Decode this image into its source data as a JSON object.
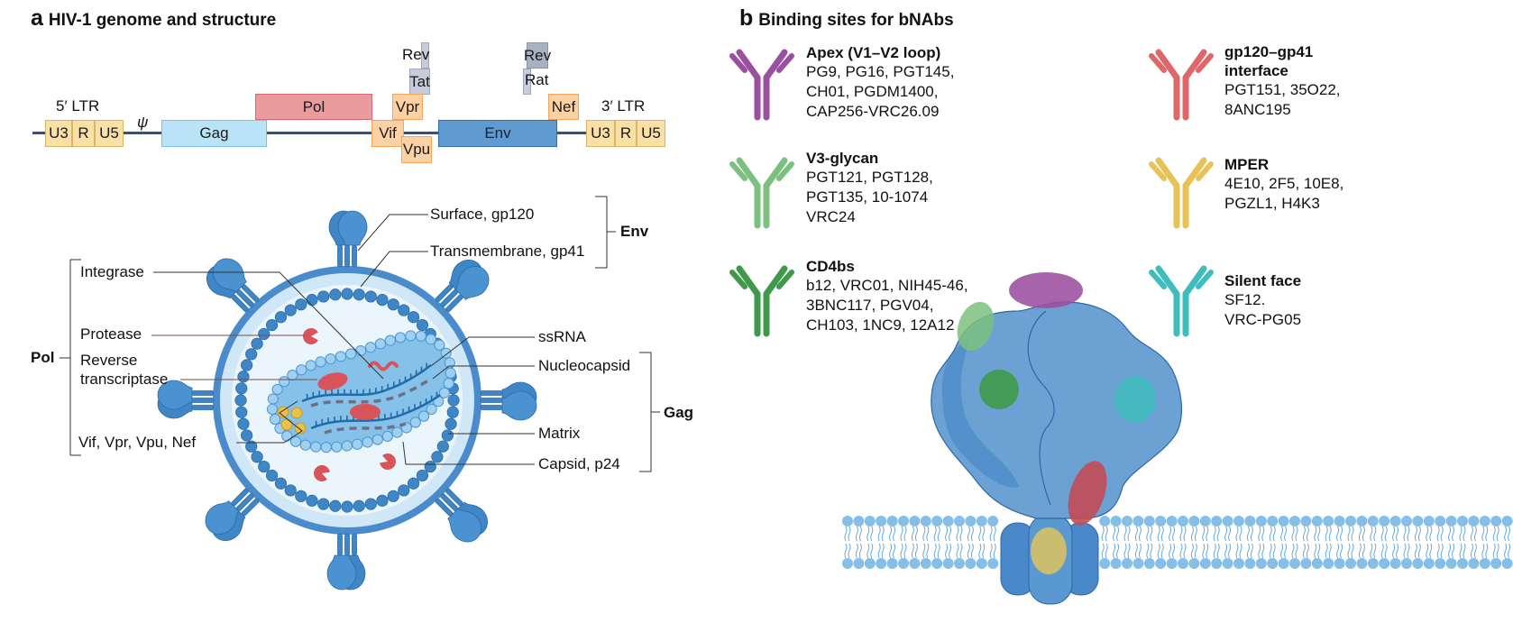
{
  "panel_a": {
    "letter": "a",
    "title": "HIV-1 genome and structure",
    "genome": {
      "five_ltr_label": "5′ LTR",
      "three_ltr_label": "3′ LTR",
      "ltr_segments": [
        "U3",
        "R",
        "U5"
      ],
      "psi": "ψ",
      "genes": {
        "gag": "Gag",
        "pol": "Pol",
        "vif": "Vif",
        "vpr": "Vpr",
        "vpu": "Vpu",
        "env": "Env",
        "nef": "Nef",
        "rev1": "Rev",
        "tat1": "Tat",
        "rev2": "Rev",
        "tat2": "Rat"
      }
    },
    "virion_labels": {
      "left": [
        "Integrase",
        "Protease",
        "Reverse\ntranscriptase",
        "Vif, Vpr, Vpu, Nef"
      ],
      "reverse": "Reverse",
      "transcriptase": "transcriptase",
      "surface": "Surface, gp120",
      "transmembrane": "Transmembrane, gp41",
      "ssrna": "ssRNA",
      "nucleocapsid": "Nucleocapsid",
      "matrix": "Matrix",
      "capsid": "Capsid, p24"
    },
    "groups": {
      "pol": "Pol",
      "env": "Env",
      "gag": "Gag"
    }
  },
  "panel_b": {
    "letter": "b",
    "title": "Binding sites for bNAbs",
    "sites": [
      {
        "name": "Apex (V1–V2 loop)",
        "antibodies": [
          "PG9, PG16, PGT145,",
          "CH01, PGDM1400,",
          "CAP256-VRC26.09"
        ],
        "color": "#9b4f9f"
      },
      {
        "name": "V3-glycan",
        "antibodies": [
          "PGT121, PGT128,",
          "PGT135, 10-1074",
          "VRC24"
        ],
        "color": "#7cc07f"
      },
      {
        "name": "CD4bs",
        "antibodies": [
          "b12, VRC01, NIH45-46,",
          "3BNC117, PGV04,",
          "CH103, 1NC9, 12A12"
        ],
        "color": "#3e9a48"
      },
      {
        "name": "gp120–gp41\ninterface",
        "name_line1": "gp120–gp41",
        "name_line2": "interface",
        "antibodies": [
          "PGT151, 35O22,",
          "8ANC195"
        ],
        "color": "#e06769"
      },
      {
        "name": "MPER",
        "antibodies": [
          "4E10, 2F5, 10E8,",
          "PGZL1, H4K3"
        ],
        "color": "#e8c257"
      },
      {
        "name": "Silent face",
        "antibodies": [
          "SF12.",
          "VRC-PG05"
        ],
        "color": "#3fbcbc"
      }
    ]
  }
}
